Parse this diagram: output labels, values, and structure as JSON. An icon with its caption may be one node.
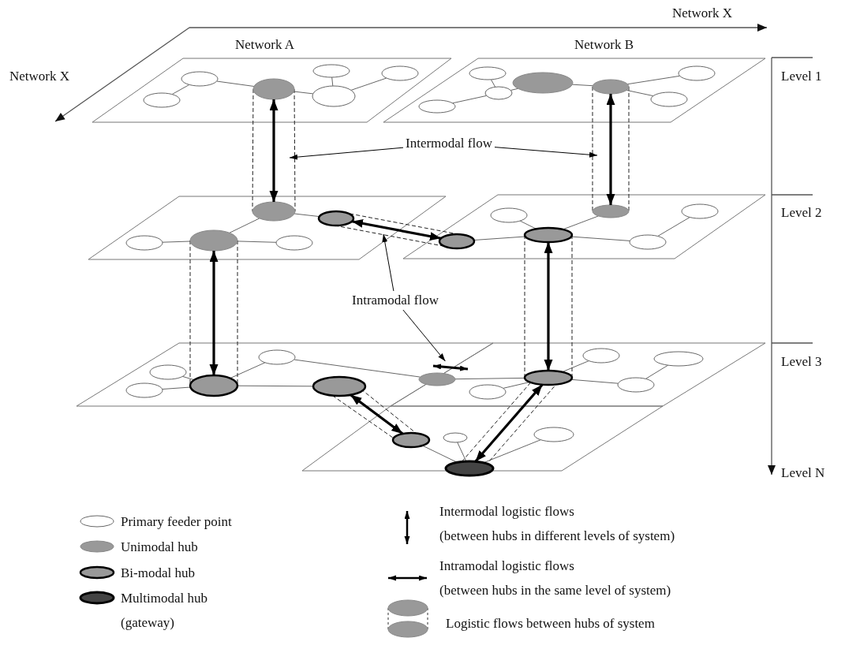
{
  "diagram": {
    "nodes": [
      {
        "text": [],
        "shape": "ellipse"
      },
      {
        "text": [],
        "shape": "ellipse"
      },
      {
        "text": [],
        "shape": "ellipse"
      },
      {
        "text": [],
        "shape": "ellipse"
      },
      {
        "text": [],
        "shape": "ellipse"
      },
      {
        "text": [],
        "shape": "ellipse"
      },
      {
        "text": [],
        "shape": "ellipse"
      },
      {
        "text": [],
        "shape": "ellipse"
      },
      {
        "text": [],
        "shape": "ellipse"
      },
      {
        "text": [],
        "shape": "ellipse"
      },
      {
        "text": [],
        "shape": "ellipse"
      },
      {
        "text": [],
        "shape": "ellipse"
      },
      {
        "text": [],
        "shape": "ellipse"
      },
      {
        "text": [
          "Intermodal flow"
        ]
      },
      {
        "text": [],
        "shape": "ellipse"
      },
      {
        "text": [],
        "shape": "ellipse"
      },
      {
        "text": [],
        "shape": "ellipse"
      },
      {
        "text": [],
        "shape": "ellipse"
      },
      {
        "text": [],
        "shape": "ellipse"
      },
      {
        "text": [],
        "shape": "ellipse"
      },
      {
        "text": [],
        "shape": "ellipse"
      },
      {
        "text": [],
        "shape": "ellipse"
      },
      {
        "text": [],
        "shape": "ellipse"
      },
      {
        "text": [],
        "shape": "ellipse"
      },
      {
        "text": [],
        "shape": "ellipse"
      },
      {
        "text": [
          "Intramodal flow"
        ]
      },
      {
        "text": [],
        "shape": "ellipse"
      },
      {
        "text": [],
        "shape": "ellipse"
      },
      {
        "text": [],
        "shape": "ellipse"
      },
      {
        "text": [],
        "shape": "ellipse"
      },
      {
        "text": [],
        "shape": "ellipse"
      },
      {
        "text": [],
        "shape": "ellipse"
      },
      {
        "text": [],
        "shape": "ellipse"
      },
      {
        "text": [],
        "shape": "ellipse"
      },
      {
        "text": [],
        "shape": "ellipse"
      },
      {
        "text": [],
        "shape": "ellipse"
      },
      {
        "text": [],
        "shape": "ellipse"
      },
      {
        "text": [],
        "shape": "ellipse"
      },
      {
        "text": [],
        "shape": "ellipse"
      },
      {
        "text": [],
        "shape": "ellipse"
      },
      {
        "text": [],
        "shape": "ellipse"
      },
      {
        "text": [],
        "shape": "arrow"
      }
    ],
    "edges": [
      {
        "from": 0,
        "to": 1,
        "arrow": "none"
      },
      {
        "from": 1,
        "to": 2,
        "arrow": "none"
      },
      {
        "from": 2,
        "to": 4,
        "arrow": "none"
      },
      {
        "from": 3,
        "to": 4,
        "arrow": "none"
      },
      {
        "from": 4,
        "to": 5,
        "arrow": "none"
      },
      {
        "from": 7,
        "to": 8,
        "arrow": "none"
      },
      {
        "from": 6,
        "to": 8,
        "arrow": "none"
      },
      {
        "from": 8,
        "to": 9,
        "arrow": "none"
      },
      {
        "from": 9,
        "to": 10,
        "arrow": "none"
      },
      {
        "from": 10,
        "to": 12,
        "arrow": "none"
      },
      {
        "from": 10,
        "to": 11,
        "arrow": "none"
      },
      {
        "from": 14,
        "to": 15,
        "arrow": "none"
      },
      {
        "from": 15,
        "to": 17,
        "arrow": "none"
      },
      {
        "from": 15,
        "to": 16,
        "arrow": "none"
      },
      {
        "from": 16,
        "to": 18,
        "arrow": "none"
      },
      {
        "from": 19,
        "to": 21,
        "arrow": "none"
      },
      {
        "from": 20,
        "to": 21,
        "arrow": "none"
      },
      {
        "from": 21,
        "to": 22,
        "arrow": "none"
      },
      {
        "from": 21,
        "to": 23,
        "arrow": "none"
      },
      {
        "from": 23,
        "to": 24,
        "arrow": "none"
      },
      {
        "from": 27,
        "to": 28,
        "arrow": "none"
      },
      {
        "from": 26,
        "to": 28,
        "arrow": "none"
      },
      {
        "from": 28,
        "to": 29,
        "arrow": "none"
      },
      {
        "from": 28,
        "to": 30,
        "arrow": "none"
      },
      {
        "from": 29,
        "to": 31,
        "arrow": "none"
      },
      {
        "from": 31,
        "to": 33,
        "arrow": "none"
      },
      {
        "from": 32,
        "to": 33,
        "arrow": "none"
      },
      {
        "from": 33,
        "to": 34,
        "arrow": "none"
      },
      {
        "from": 33,
        "to": 35,
        "arrow": "none"
      },
      {
        "from": 35,
        "to": 36,
        "arrow": "none"
      },
      {
        "from": 37,
        "to": 39,
        "arrow": "none"
      },
      {
        "from": 38,
        "to": 39,
        "arrow": "none"
      },
      {
        "from": 39,
        "to": 40,
        "arrow": "none"
      },
      {
        "from": 2,
        "to": 16,
        "arrow": "both",
        "style": "thick",
        "color": "#000000"
      },
      {
        "from": 10,
        "to": 22,
        "arrow": "both",
        "style": "thick",
        "color": "#000000"
      },
      {
        "from": 18,
        "to": 19,
        "arrow": "both",
        "style": "thick",
        "color": "#000000"
      },
      {
        "from": 15,
        "to": 28,
        "arrow": "both",
        "style": "thick",
        "color": "#000000"
      },
      {
        "from": 33,
        "to": 21,
        "arrow": "both",
        "style": "thick",
        "color": "#000000"
      },
      {
        "from": 30,
        "to": 37,
        "arrow": "both",
        "style": "thick",
        "color": "#000000"
      },
      {
        "from": 39,
        "to": 33,
        "arrow": "both",
        "style": "thick",
        "color": "#000000"
      },
      {
        "from": 13,
        "to": null,
        "arrow": "to",
        "color": "#000000"
      },
      {
        "from": 13,
        "to": null,
        "arrow": "to",
        "color": "#000000"
      },
      {
        "from": 25,
        "to": null,
        "arrow": "to",
        "color": "#000000"
      },
      {
        "from": 25,
        "to": 41,
        "arrow": "to",
        "color": "#000000"
      }
    ],
    "labels": [
      "Network X",
      "Network A",
      "Network B",
      "Network X",
      "Level 1",
      "Level 2",
      "Level 3",
      "Level N"
    ],
    "legend": [
      {
        "text": "Primary feeder point"
      },
      {
        "text": "Unimodal hub"
      },
      {
        "text": "Bi-modal hub"
      },
      {
        "text": "Multimodal hub (gateway)"
      },
      {
        "text": "Intermodal logistic flows (between hubs in different levels of system)"
      },
      {
        "text": "Intramodal logistic flows (between hubs in the same level of system)"
      },
      {
        "text": "Logistic flows between hubs of system"
      }
    ]
  }
}
